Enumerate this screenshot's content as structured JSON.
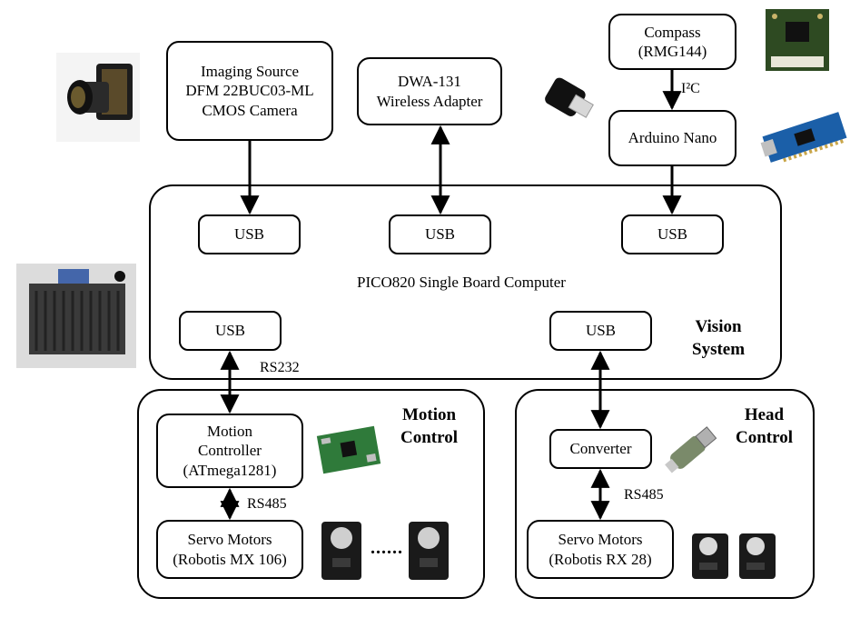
{
  "nodes": {
    "camera": "Imaging Source\nDFM 22BUC03-ML\nCMOS Camera",
    "wireless": "DWA-131\nWireless Adapter",
    "compass": "Compass\n(RMG144)",
    "arduino": "Arduino Nano",
    "usb_cam": "USB",
    "usb_wifi": "USB",
    "usb_arduino": "USB",
    "usb_motion": "USB",
    "usb_head": "USB",
    "motion_controller": "Motion\nController\n(ATmega1281)",
    "servo_motion": "Servo Motors\n(Robotis MX 106)",
    "converter": "Converter",
    "servo_head": "Servo Motors\n(Robotis RX 28)"
  },
  "groups": {
    "pico_label": "PICO820 Single Board Computer",
    "vision_title": "Vision\nSystem",
    "motion_title": "Motion\nControl",
    "head_title": "Head\nControl"
  },
  "links": {
    "i2c_label": "I²C",
    "rs232_label": "RS232",
    "rs485_motion_label": "RS485",
    "rs485_head_label": "RS485",
    "ellipsis": "......"
  },
  "images": [
    {
      "name": "camera-photo"
    },
    {
      "name": "wireless-adapter-photo"
    },
    {
      "name": "compass-board-photo"
    },
    {
      "name": "arduino-nano-photo"
    },
    {
      "name": "sbc-board-photo"
    },
    {
      "name": "motion-controller-board-photo"
    },
    {
      "name": "usb-serial-converter-photo"
    },
    {
      "name": "servo-mx106-photo"
    },
    {
      "name": "servo-rx28-photo"
    }
  ]
}
